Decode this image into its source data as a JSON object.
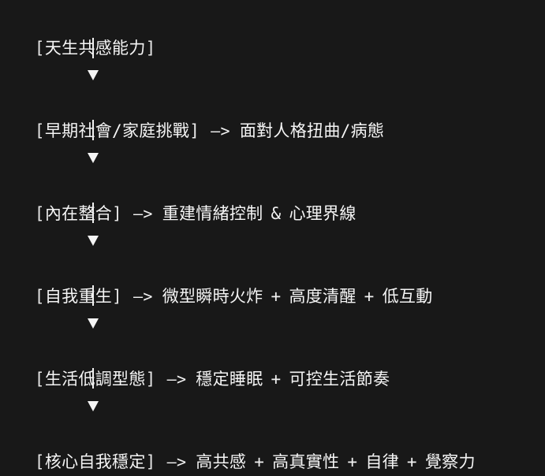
{
  "diagram": {
    "type": "flowchart",
    "direction": "top-to-bottom",
    "background": "#181818",
    "text_color": "#f2f2f2",
    "connector": "▼",
    "arrow": "—>",
    "stages": [
      {
        "label": "天生共感能力",
        "outcome": null
      },
      {
        "label": "早期社會/家庭挑戰",
        "arrow": "—>",
        "outcome": "面對人格扭曲/病態"
      },
      {
        "label": "內在整合",
        "arrow": "—>",
        "outcome_parts": [
          "重建情緒控制",
          "&",
          "心理界線"
        ]
      },
      {
        "label": "自我重生",
        "arrow": "—>",
        "outcome_parts": [
          "微型瞬時火炸",
          "+",
          "高度清醒",
          "+",
          "低互動"
        ]
      },
      {
        "label": "生活低調型態",
        "arrow": "—>",
        "outcome_parts": [
          "穩定睡眠",
          "+",
          "可控生活節奏"
        ]
      },
      {
        "label": "核心自我穩定",
        "arrow": "—>",
        "outcome_parts": [
          "高共感",
          "+",
          "高真實性",
          "+",
          "自律",
          "+",
          "覺察力"
        ]
      }
    ]
  }
}
